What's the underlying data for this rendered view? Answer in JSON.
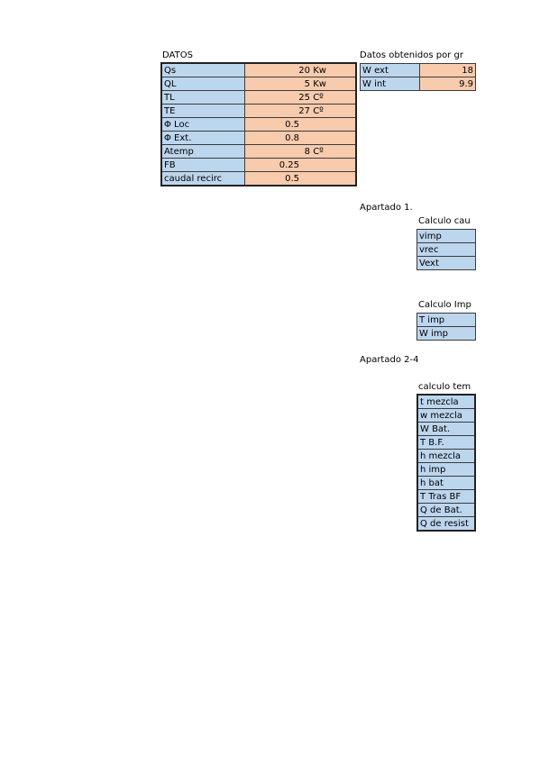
{
  "datos": {
    "title": "DATOS",
    "rows": [
      {
        "label": "Qs",
        "value": "20",
        "unit": "Kw"
      },
      {
        "label": "QL",
        "value": "5",
        "unit": "Kw"
      },
      {
        "label": "TL",
        "value": "25",
        "unit": "Cº"
      },
      {
        "label": "TE",
        "value": "27",
        "unit": "Cº"
      },
      {
        "label": "Φ Loc",
        "value": "0.5",
        "unit": ""
      },
      {
        "label": "Φ Ext.",
        "value": "0.8",
        "unit": ""
      },
      {
        "label": "Atemp",
        "value": "8",
        "unit": "Cº"
      },
      {
        "label": "FB",
        "value": "0.25",
        "unit": ""
      },
      {
        "label": "caudal recirc",
        "value": "0.5",
        "unit": ""
      }
    ]
  },
  "obtenidos": {
    "title": "Datos obtenidos por gr",
    "rows": [
      {
        "label": "W ext",
        "value": "18"
      },
      {
        "label": "W int",
        "value": "9.9"
      }
    ]
  },
  "apartado1": {
    "title": "Apartado 1.",
    "caudal": {
      "title": "Calculo cau",
      "rows": [
        "vimp",
        "vrec",
        "Vext"
      ]
    },
    "imp": {
      "title": "Calculo Imp",
      "rows": [
        "T imp",
        "W imp"
      ]
    }
  },
  "apartado24": {
    "title": "Apartado 2-4",
    "temp": {
      "title": "calculo tem",
      "rows": [
        "t mezcla",
        "w mezcla",
        "W  Bat.",
        "T B.F.",
        "h mezcla",
        "h imp",
        "h bat",
        "T Tras BF",
        "Q de Bat.",
        "Q de resist"
      ]
    }
  }
}
